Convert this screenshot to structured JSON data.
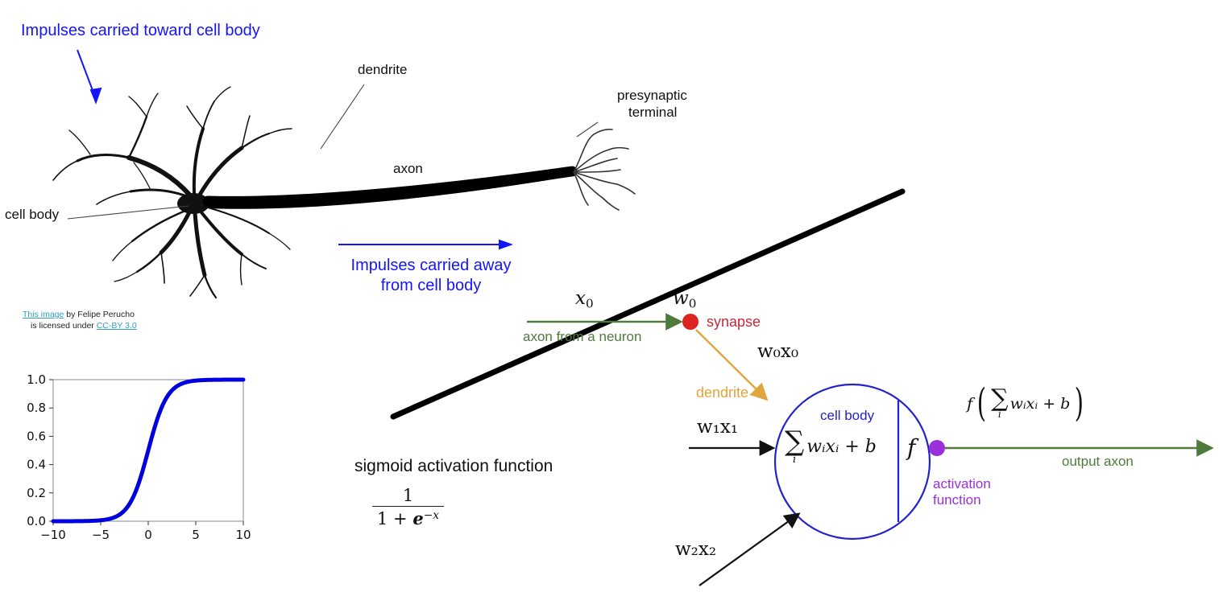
{
  "slide": {
    "title_blue_top": "Impulses carried toward cell body",
    "title_blue_bottom_line1": "Impulses carried away",
    "title_blue_bottom_line2": "from cell body"
  },
  "biological_neuron": {
    "labels": {
      "dendrite": "dendrite",
      "axon": "axon",
      "presynaptic_line1": "presynaptic",
      "presynaptic_line2": "terminal",
      "cell_body": "cell body"
    },
    "attribution": {
      "link_text": "This image",
      "middle_text": " by Felipe Perucho",
      "second_line_prefix": "is licensed under ",
      "license_text": "CC-BY 3.0"
    }
  },
  "sigmoid": {
    "caption": "sigmoid activation function",
    "formula_numerator": "1",
    "formula_denominator_prefix": "1 + ",
    "formula_denominator_base": "e",
    "formula_denominator_exp": "−x"
  },
  "artificial_neuron": {
    "x0": "x",
    "x0_sub": "0",
    "w0": "w",
    "w0_sub": "0",
    "axon_from_neuron": "axon from a neuron",
    "synapse": "synapse",
    "w0x0": "w₀x₀",
    "dendrite": "dendrite",
    "cell_body": "cell body",
    "w1x1": "w₁x₁",
    "w2x2": "w₂x₂",
    "sum_expr": "∑",
    "sum_index": "i",
    "sum_body": "wᵢxᵢ + b",
    "f_symbol": "f",
    "output_expr_f": "f",
    "output_axon": "output axon",
    "activation_line1": "activation",
    "activation_line2": "function"
  },
  "chart_data": {
    "type": "line",
    "title": "",
    "xlabel": "",
    "ylabel": "",
    "xlim": [
      -10,
      10
    ],
    "ylim": [
      0.0,
      1.0
    ],
    "xticks": [
      "−10",
      "−5",
      "0",
      "5",
      "10"
    ],
    "yticks": [
      "0.0",
      "0.2",
      "0.4",
      "0.6",
      "0.8",
      "1.0"
    ],
    "grid": false,
    "legend": "none",
    "series": [
      {
        "name": "sigmoid",
        "color": "#0000dd",
        "x": [
          -10,
          -9,
          -8,
          -7,
          -6,
          -5,
          -4,
          -3,
          -2,
          -1,
          0,
          1,
          2,
          3,
          4,
          5,
          6,
          7,
          8,
          9,
          10
        ],
        "values": [
          0.0,
          0.0001,
          0.0003,
          0.0009,
          0.0025,
          0.0067,
          0.018,
          0.0474,
          0.1192,
          0.2689,
          0.5,
          0.7311,
          0.8808,
          0.9526,
          0.982,
          0.9933,
          0.9975,
          0.9991,
          0.9997,
          0.9999,
          1.0
        ]
      }
    ]
  },
  "colors": {
    "blue_text": "#1414ff",
    "plot_line": "#0000dd",
    "green": "#4e7a3c",
    "red": "#cc2222",
    "orange": "#e0a53c",
    "neuron_blue": "#2222cc",
    "purple": "#9b30d9",
    "link": "#2e9fc0"
  }
}
